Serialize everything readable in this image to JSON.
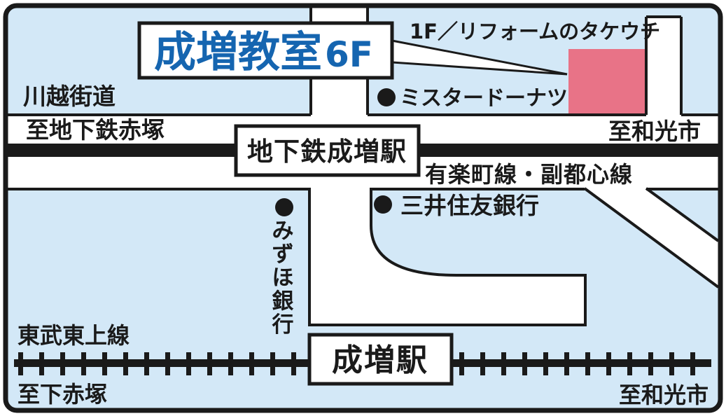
{
  "colors": {
    "background_blue": "#d3e8f7",
    "road_white": "#ffffff",
    "line_black": "#1a1a1a",
    "building_pink": "#e87387",
    "title_blue": "#1565b0"
  },
  "title_box": {
    "name": "成増教室",
    "floor": "6F"
  },
  "callout": {
    "label": "1F／リフォームのタケウチ"
  },
  "main_road": {
    "name": "川越街道",
    "left_destination": "至地下鉄赤塚",
    "right_destination": "至和光市",
    "station_box": "地下鉄成増駅",
    "lines_label": "有楽町線・副都心線"
  },
  "landmarks": [
    {
      "id": "mister-donut",
      "label": "ミスタードーナツ"
    },
    {
      "id": "sumitomo-mitsui-bank",
      "label": "三井住友銀行"
    },
    {
      "id": "mizuho-bank",
      "label": "みずほ銀行"
    }
  ],
  "railway": {
    "name": "東武東上線",
    "left_destination": "至下赤塚",
    "right_destination": "至和光市",
    "station_box": "成増駅"
  }
}
